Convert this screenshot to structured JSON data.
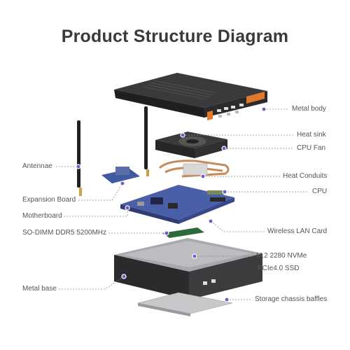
{
  "title": "Product Structure Diagram",
  "components": {
    "metal_body": "Metal body",
    "heat_sink": "Heat sink",
    "cpu_fan": "CPU Fan",
    "antennae": "Antennae",
    "heat_conduits": "Heat Conduits",
    "expansion_board": "Expansion Board",
    "cpu": "CPU",
    "motherboard": "Motherboard",
    "wireless_lan_card": "Wireless LAN Card",
    "so_dimm": "SO-DIMM DDR5 5200MHz",
    "ssd_line1": "M.2 2280 NVMe",
    "ssd_line2": "PCIe4.0 SSD",
    "metal_base": "Metal base",
    "storage_baffles": "Storage chassis baffles"
  },
  "colors": {
    "accent_dot": "#6a5cc8",
    "body_dark": "#2b2b2d",
    "body_orange": "#e07a2a",
    "board_blue": "#4a5fa8",
    "copper": "#c98a5a"
  }
}
